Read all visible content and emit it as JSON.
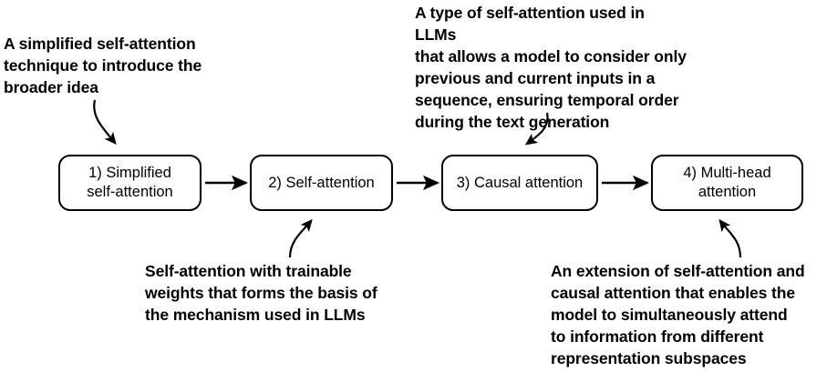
{
  "diagram": {
    "title": "Self-attention mechanism progression",
    "stroke_color": "#000000",
    "background_color": "#ffffff",
    "boxes": [
      {
        "id": "box-1",
        "label": "1) Simplified\nself-attention"
      },
      {
        "id": "box-2",
        "label": "2) Self-attention"
      },
      {
        "id": "box-3",
        "label": "3) Causal attention"
      },
      {
        "id": "box-4",
        "label": "4) Multi-head\nattention"
      }
    ],
    "annotations": [
      {
        "id": "ann-simplified",
        "text": "A simplified self-attention\ntechnique to introduce the\nbroader idea",
        "points_to": "box-1"
      },
      {
        "id": "ann-causal",
        "text": "A type of self-attention used in LLMs\nthat allows a model to consider only\nprevious and current inputs in a\nsequence, ensuring temporal order\nduring the text generation",
        "points_to": "box-3"
      },
      {
        "id": "ann-selfattn",
        "text": "Self-attention with trainable\nweights that forms the basis of\nthe mechanism used in LLMs",
        "points_to": "box-2"
      },
      {
        "id": "ann-multihead",
        "text": "An extension of self-attention and\ncausal attention that enables the\nmodel to simultaneously attend\nto information from different\nrepresentation subspaces",
        "points_to": "box-4"
      }
    ],
    "connectors": [
      {
        "id": "arrow-1-to-2",
        "from": "box-1",
        "to": "box-2",
        "kind": "straight"
      },
      {
        "id": "arrow-2-to-3",
        "from": "box-2",
        "to": "box-3",
        "kind": "straight"
      },
      {
        "id": "arrow-3-to-4",
        "from": "box-3",
        "to": "box-4",
        "kind": "straight"
      },
      {
        "id": "callout-arrow-simplified",
        "from": "ann-simplified",
        "to": "box-1",
        "kind": "curved"
      },
      {
        "id": "callout-arrow-causal",
        "from": "ann-causal",
        "to": "box-3",
        "kind": "curved"
      },
      {
        "id": "callout-arrow-selfattn",
        "from": "ann-selfattn",
        "to": "box-2",
        "kind": "curved"
      },
      {
        "id": "callout-arrow-multihead",
        "from": "ann-multihead",
        "to": "box-4",
        "kind": "curved"
      }
    ]
  }
}
